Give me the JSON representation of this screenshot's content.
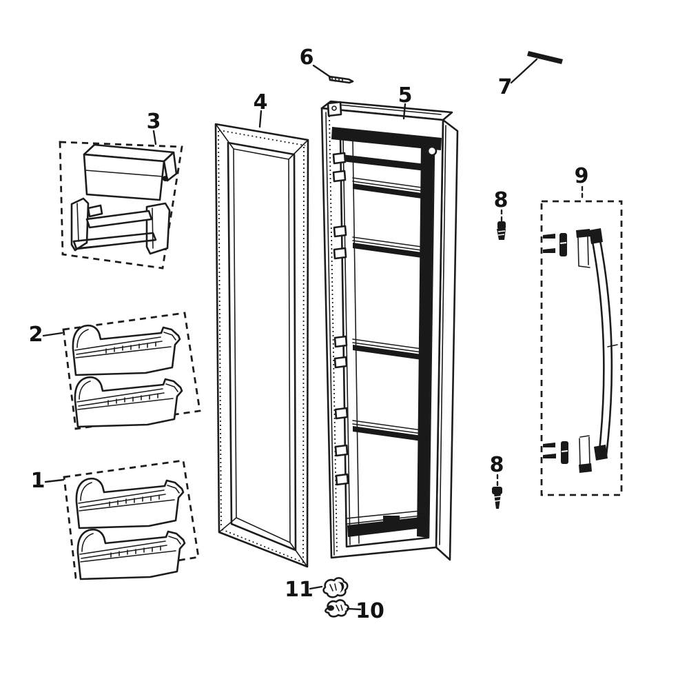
{
  "diagram": {
    "kind": "exploded-parts-diagram",
    "subject": "refrigerator door parts",
    "background_color": "#ffffff",
    "line_color": "#1c1c1c"
  },
  "callouts": [
    {
      "label": "1",
      "part": "lower-door-bin-pair"
    },
    {
      "label": "2",
      "part": "middle-door-bin-pair"
    },
    {
      "label": "3",
      "part": "dairy-bin-assembly"
    },
    {
      "label": "4",
      "part": "door-gasket"
    },
    {
      "label": "5",
      "part": "door-foam-assembly"
    },
    {
      "label": "6",
      "part": "screw"
    },
    {
      "label": "7",
      "part": "trim-strip"
    },
    {
      "label": "8",
      "part": "screw-upper"
    },
    {
      "label": "8",
      "part": "screw-lower"
    },
    {
      "label": "9",
      "part": "door-handle-assembly"
    },
    {
      "label": "10",
      "part": "hinge-cap"
    },
    {
      "label": "11",
      "part": "hinge-cap"
    }
  ]
}
